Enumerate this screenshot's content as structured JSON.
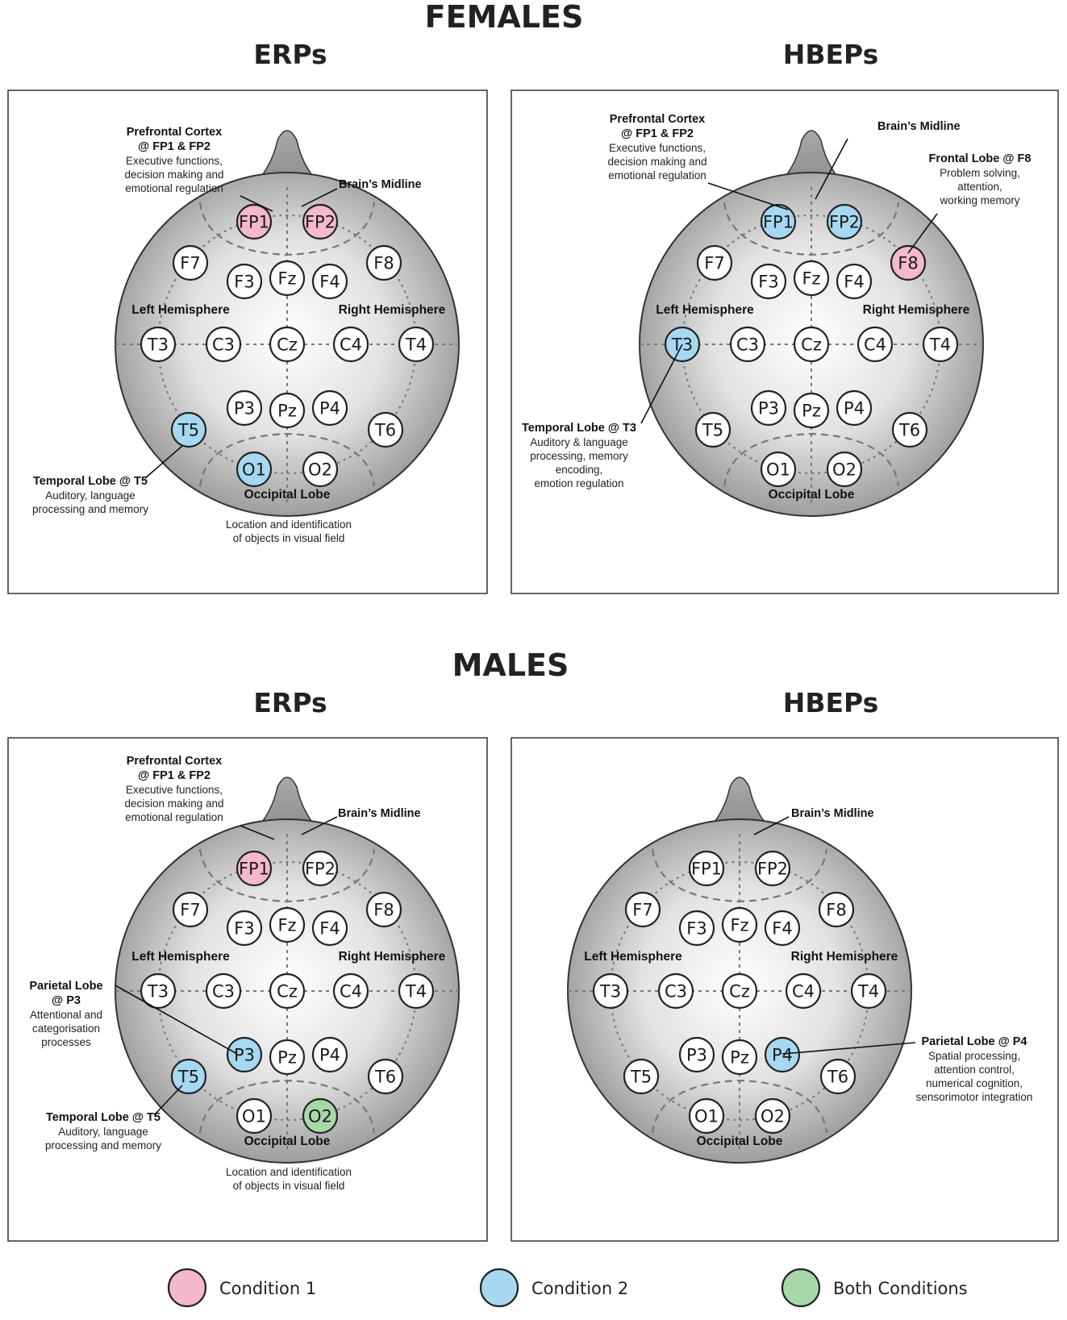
{
  "colors": {
    "condition_1": "#f4b8cf",
    "condition_2": "#a6d8f2",
    "both_conditions": "#a8d8a8",
    "default_node": "#ffffff"
  },
  "sections": [
    {
      "title": "FEMALES",
      "panels": [
        {
          "title": "ERPs",
          "highlights": {
            "FP1": "condition_1",
            "FP2": "condition_1",
            "T5": "condition_2",
            "O1": "condition_2"
          },
          "show_hemisphere_labels": true,
          "occipital_label": "Occipital Lobe",
          "annotations": [
            {
              "key": "prefrontal",
              "title_lines": [
                "Prefrontal Cortex",
                "@ FP1 & FP2"
              ],
              "body_lines": [
                "Executive functions,",
                "decision making and",
                "emotional regulation"
              ]
            },
            {
              "key": "midline",
              "title_lines": [
                "Brain’s Midline"
              ],
              "body_lines": []
            },
            {
              "key": "temporal-t5",
              "title_lines": [
                "Temporal Lobe @ T5"
              ],
              "body_lines": [
                "Auditory, language",
                "processing and memory"
              ]
            },
            {
              "key": "occipital",
              "title_lines": [],
              "body_lines": [
                "Location and identification",
                "of objects in visual field"
              ]
            }
          ]
        },
        {
          "title": "HBEPs",
          "highlights": {
            "FP1": "condition_2",
            "FP2": "condition_2",
            "F8": "condition_1",
            "T3": "condition_2"
          },
          "show_hemisphere_labels": true,
          "occipital_label": "Occipital Lobe",
          "annotations": [
            {
              "key": "prefrontal",
              "title_lines": [
                "Prefrontal Cortex",
                "@ FP1 & FP2"
              ],
              "body_lines": [
                "Executive functions,",
                "decision making and",
                "emotional regulation"
              ]
            },
            {
              "key": "midline",
              "title_lines": [
                "Brain’s Midline"
              ],
              "body_lines": []
            },
            {
              "key": "frontal-f8",
              "title_lines": [
                "Frontal Lobe @ F8"
              ],
              "body_lines": [
                "Problem solving,",
                "attention,",
                "working memory"
              ]
            },
            {
              "key": "temporal-t3",
              "title_lines": [
                "Temporal Lobe @ T3"
              ],
              "body_lines": [
                "Auditory & language",
                "processing, memory",
                "encoding,",
                "emotion regulation"
              ]
            }
          ]
        }
      ]
    },
    {
      "title": "MALES",
      "panels": [
        {
          "title": "ERPs",
          "highlights": {
            "FP1": "condition_1",
            "P3": "condition_2",
            "T5": "condition_2",
            "O2": "both_conditions"
          },
          "show_hemisphere_labels": true,
          "occipital_label": "Occipital Lobe",
          "annotations": [
            {
              "key": "prefrontal",
              "title_lines": [
                "Prefrontal Cortex",
                "@ FP1 & FP2"
              ],
              "body_lines": [
                "Executive functions,",
                "decision making and",
                "emotional regulation"
              ]
            },
            {
              "key": "midline",
              "title_lines": [
                "Brain’s Midline"
              ],
              "body_lines": []
            },
            {
              "key": "parietal-p3",
              "title_lines": [
                "Parietal Lobe",
                "@ P3"
              ],
              "body_lines": [
                "Attentional and",
                "categorisation",
                "processes"
              ]
            },
            {
              "key": "temporal-t5",
              "title_lines": [
                "Temporal Lobe @ T5"
              ],
              "body_lines": [
                "Auditory, language",
                "processing and memory"
              ]
            },
            {
              "key": "occipital",
              "title_lines": [],
              "body_lines": [
                "Location and identification",
                "of objects in visual field"
              ]
            }
          ]
        },
        {
          "title": "HBEPs",
          "highlights": {
            "P4": "condition_2"
          },
          "show_hemisphere_labels": true,
          "occipital_label": "Occipital Lobe",
          "annotations": [
            {
              "key": "midline",
              "title_lines": [
                "Brain’s Midline"
              ],
              "body_lines": []
            },
            {
              "key": "parietal-p4",
              "title_lines": [
                "Parietal Lobe @ P4"
              ],
              "body_lines": [
                "Spatial processing,",
                "attention control,",
                "numerical cognition,",
                "sensorimotor integration"
              ]
            }
          ]
        }
      ]
    }
  ],
  "hemisphere_labels": {
    "left": "Left Hemisphere",
    "right": "Right Hemisphere"
  },
  "electrodes": [
    "FP1",
    "FP2",
    "F7",
    "F3",
    "Fz",
    "F4",
    "F8",
    "T3",
    "C3",
    "Cz",
    "C4",
    "T4",
    "P3",
    "Pz",
    "P4",
    "T5",
    "T6",
    "O1",
    "O2"
  ],
  "legend": [
    {
      "color_key": "condition_1",
      "label": "Condition 1"
    },
    {
      "color_key": "condition_2",
      "label": "Condition 2"
    },
    {
      "color_key": "both_conditions",
      "label": "Both Conditions"
    }
  ]
}
